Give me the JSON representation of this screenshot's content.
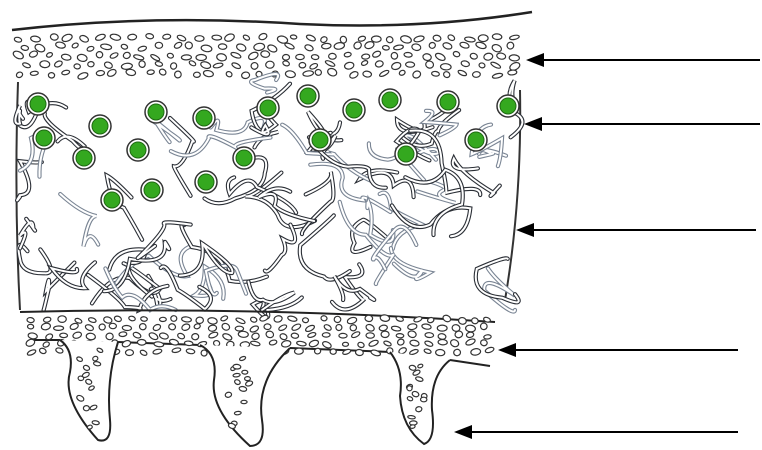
{
  "diagram": {
    "alt": "lichen-cross-section-diagram",
    "layers": [
      {
        "id": "upper-cortex",
        "fill": "#ffffff"
      },
      {
        "id": "algal-layer",
        "cell_color": "#34a81f"
      },
      {
        "id": "medulla",
        "hypha_color": "#7a8594"
      },
      {
        "id": "lower-cortex",
        "fill": "#ffffff"
      },
      {
        "id": "rhizines",
        "fill": "#ffffff"
      }
    ],
    "label_arrows": [
      {
        "id": "arrow-upper-cortex",
        "label": ""
      },
      {
        "id": "arrow-algal-layer",
        "label": ""
      },
      {
        "id": "arrow-medulla",
        "label": ""
      },
      {
        "id": "arrow-lower-cortex",
        "label": ""
      },
      {
        "id": "arrow-rhizines",
        "label": ""
      }
    ]
  }
}
